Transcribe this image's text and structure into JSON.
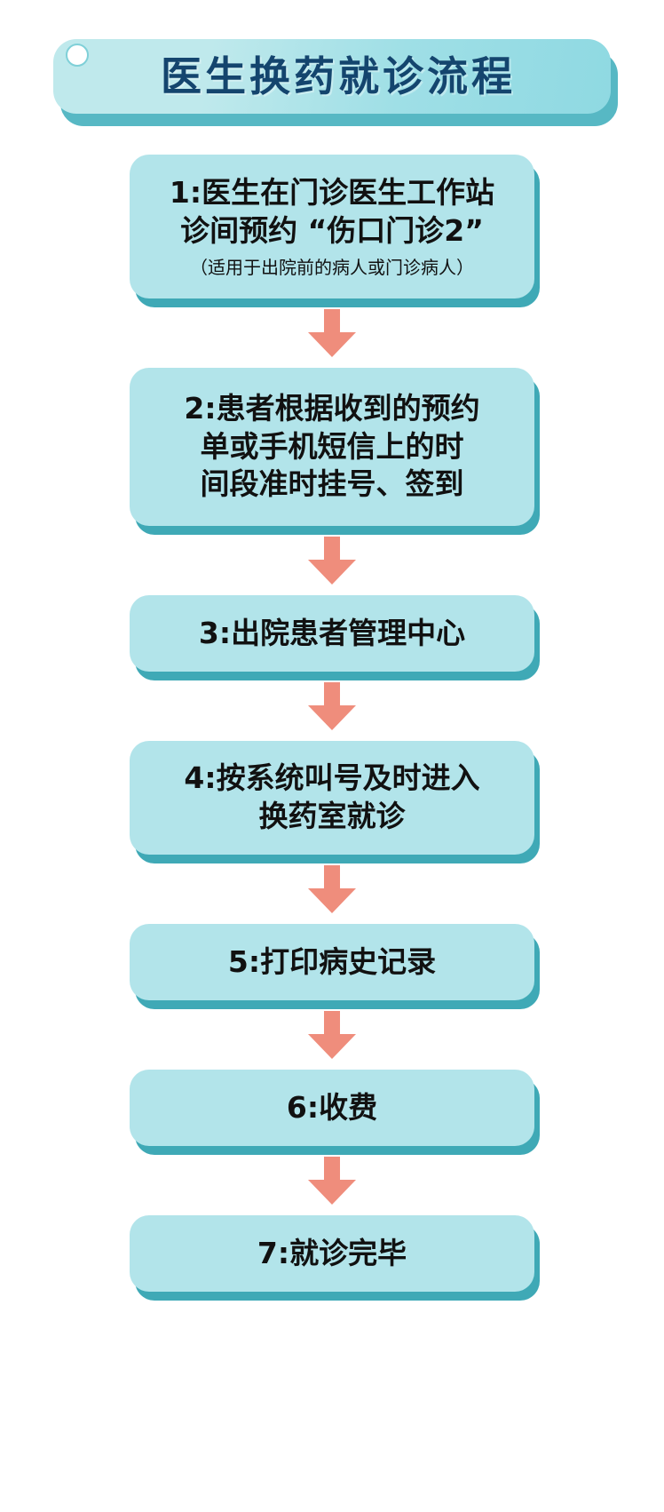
{
  "header": {
    "title": "医生换药就诊流程",
    "decor_icon": "circle-dot-icon",
    "banner_color": "#bfe9ec",
    "banner_shadow_color": "#57b8c4",
    "title_color": "#14456e"
  },
  "theme": {
    "box_fill": "#b2e4ea",
    "box_shadow": "#3fa9b6",
    "arrow_color": "#ef8d7c",
    "text_color": "#111111",
    "background": "#ffffff"
  },
  "flow": {
    "arrow_icon": "down-arrow-icon",
    "steps": [
      {
        "number": "1",
        "text": "1:医生在门诊医生工作站\n诊间预约 “伤口门诊2”",
        "subtitle": "（适用于出院前的病人或门诊病人）"
      },
      {
        "number": "2",
        "text": "2:患者根据收到的预约\n单或手机短信上的时\n间段准时挂号、签到",
        "subtitle": ""
      },
      {
        "number": "3",
        "text": "3:出院患者管理中心",
        "subtitle": ""
      },
      {
        "number": "4",
        "text": "4:按系统叫号及时进入\n换药室就诊",
        "subtitle": ""
      },
      {
        "number": "5",
        "text": "5:打印病史记录",
        "subtitle": ""
      },
      {
        "number": "6",
        "text": "6:收费",
        "subtitle": ""
      },
      {
        "number": "7",
        "text": "7:就诊完毕",
        "subtitle": ""
      }
    ]
  }
}
